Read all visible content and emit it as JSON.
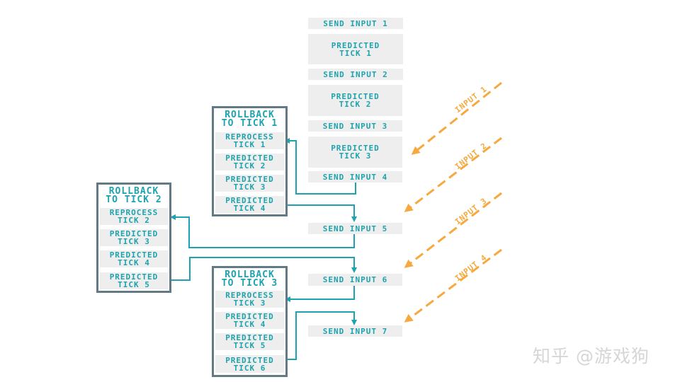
{
  "server_column": {
    "send_input_1": "SEND INPUT 1",
    "predicted_tick_1": [
      "PREDICTED",
      "TICK 1"
    ],
    "send_input_2": "SEND INPUT 2",
    "predicted_tick_2": [
      "PREDICTED",
      "TICK 2"
    ],
    "send_input_3": "SEND INPUT 3",
    "predicted_tick_3": [
      "PREDICTED",
      "TICK 3"
    ],
    "send_input_4": "SEND INPUT 4",
    "send_input_5": "SEND INPUT 5",
    "send_input_6": "SEND INPUT 6",
    "send_input_7": "SEND INPUT 7"
  },
  "rollback_1": {
    "title": [
      "ROLLBACK",
      "TO TICK 1"
    ],
    "items": [
      [
        "REPROCESS",
        "TICK 1"
      ],
      [
        "PREDICTED",
        "TICK 2"
      ],
      [
        "PREDICTED",
        "TICK 3"
      ],
      [
        "PREDICTED",
        "TICK 4"
      ]
    ]
  },
  "rollback_2": {
    "title": [
      "ROLLBACK",
      "TO TICK 2"
    ],
    "items": [
      [
        "REPROCESS",
        "TICK 2"
      ],
      [
        "PREDICTED",
        "TICK 3"
      ],
      [
        "PREDICTED",
        "TICK 4"
      ],
      [
        "PREDICTED",
        "TICK 5"
      ]
    ]
  },
  "rollback_3": {
    "title": [
      "ROLLBACK",
      "TO TICK 3"
    ],
    "items": [
      [
        "REPROCESS",
        "TICK 3"
      ],
      [
        "PREDICTED",
        "TICK 4"
      ],
      [
        "PREDICTED",
        "TICK 5"
      ],
      [
        "PREDICTED",
        "TICK 6"
      ]
    ]
  },
  "inputs": [
    "INPUT 1",
    "INPUT 2",
    "INPUT 3",
    "INPUT 4"
  ],
  "watermark": "知乎 @游戏狗",
  "colors": {
    "teal": "#1ca3ad",
    "orange": "#f5a93e",
    "panel_border": "#627a86",
    "box_bg": "#eeeeee"
  }
}
